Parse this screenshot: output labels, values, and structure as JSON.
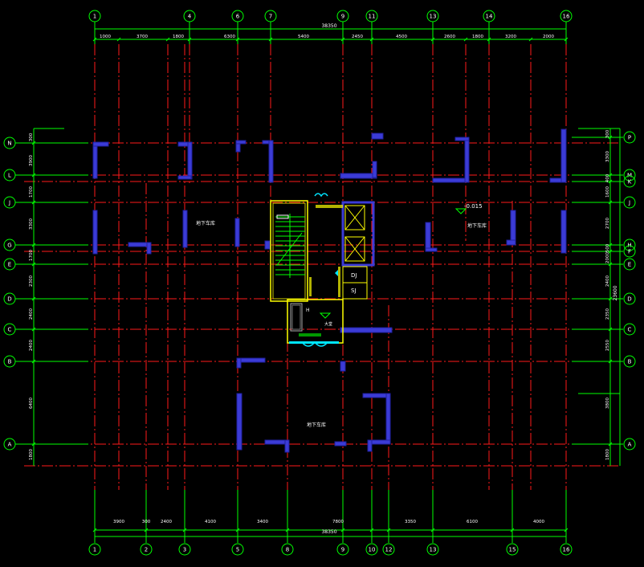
{
  "colors": {
    "background": "#000000",
    "grid_axis": "#ff1a1a",
    "dimension": "#00ff00",
    "wall": "#3b3bd6",
    "core": "#ffff00",
    "door": "#00e5ff",
    "text": "#ffffff"
  },
  "columns_top": [
    "1",
    "4",
    "6",
    "7",
    "9",
    "11",
    "13",
    "14",
    "16"
  ],
  "columns_bottom": [
    "1",
    "2",
    "3",
    "5",
    "8",
    "9",
    "10",
    "12",
    "13",
    "15",
    "16"
  ],
  "rows_left": [
    "N",
    "L",
    "J",
    "G",
    "E",
    "D",
    "C",
    "B",
    "A"
  ],
  "rows_right": [
    "P",
    "M",
    "K",
    "J",
    "H",
    "F",
    "E",
    "D",
    "C",
    "B",
    "A"
  ],
  "dims_top": [
    "1000",
    "3700",
    "1800",
    "6300",
    "5400",
    "2450",
    "4500",
    "2600",
    "1800",
    "3200",
    "2000"
  ],
  "dims_bottom": [
    "3900",
    "300",
    "2400",
    "4100",
    "3400",
    "7800",
    "3350",
    "6100",
    "4000"
  ],
  "dims_left": [
    "300",
    "3900",
    "1700",
    "3300",
    "1700",
    "2300",
    "2400",
    "2400",
    "6400",
    "1800"
  ],
  "dims_right": [
    "300",
    "3300",
    "400",
    "1600",
    "2700",
    "500",
    "2000",
    "2400",
    "2350",
    "2550",
    "3800",
    "1800"
  ],
  "total_top": "38350",
  "total_bottom": "38350",
  "total_right": "23600",
  "labels": {
    "level": "-0.015",
    "room_left": "地下车库",
    "room_right": "地下车库",
    "room_bottom": "地下车库",
    "dj": "DJ",
    "sj": "SJ",
    "hall": "大堂",
    "h": "H"
  }
}
